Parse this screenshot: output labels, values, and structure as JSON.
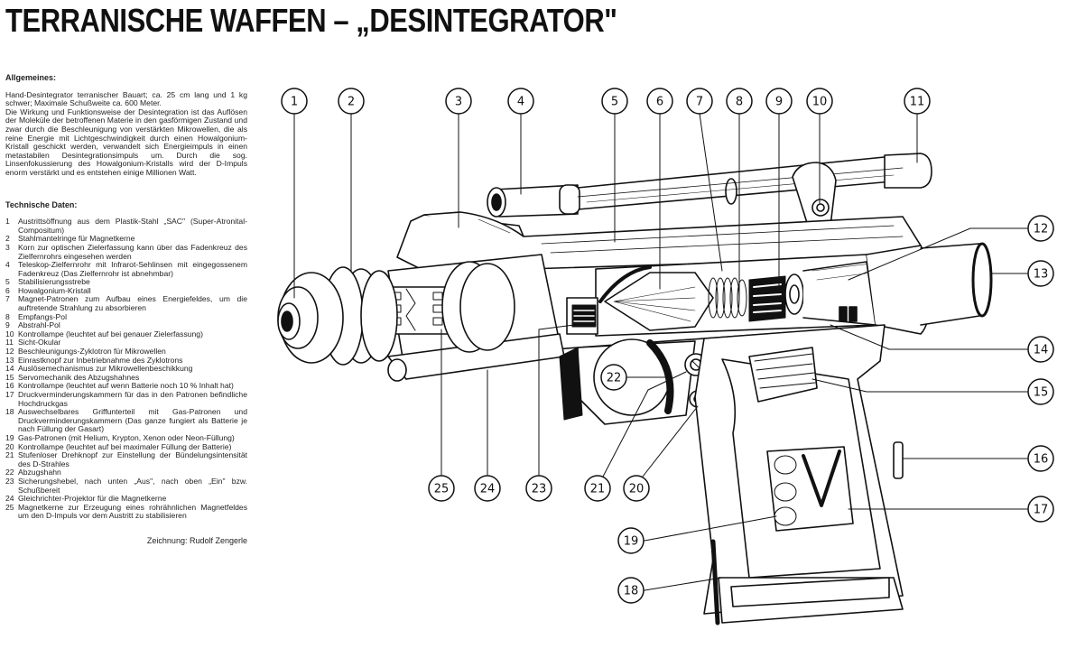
{
  "title": "TERRANISCHE WAFFEN – „DESINTEGRATOR\"",
  "general": {
    "heading": "Allgemeines:",
    "paragraphs": [
      "Hand-Desintegrator terranischer Bauart; ca. 25 cm lang und 1 kg schwer; Maximale Schußweite ca. 600 Meter.",
      "Die Wirkung und Funktionsweise der Desintegration ist das Auflösen der Moleküle der betroffenen Materie in den gasförmigen Zustand und zwar durch die Beschleunigung von verstärkten Mikrowellen, die als reine Energie mit Lichtgeschwindigkeit durch einen Howalgonium-Kristall geschickt werden, verwandelt sich Energieimpuls in einen metastabilen Desintegrationsimpuls um. Durch die sog. Linsenfokussierung des Howalgonium-Kristalls wird der D-Impuls enorm verstärkt und es entstehen einige Millionen Watt."
    ]
  },
  "technical": {
    "heading": "Technische Daten:",
    "items": [
      {
        "num": "1",
        "text": "Austrittsöffnung aus dem Plastik-Stahl „SAC\" (Super-Atronital-Compositum)"
      },
      {
        "num": "2",
        "text": "Stahlmantelringe für Magnetkerne"
      },
      {
        "num": "3",
        "text": "Korn zur optischen Zielerfassung kann über das Fadenkreuz des Zielfernrohrs eingesehen werden"
      },
      {
        "num": "4",
        "text": "Teleskop-Zielfernrohr mit Infrarot-Sehlinsen mit eingegossenem Fadenkreuz (Das Zielfernrohr ist abnehmbar)"
      },
      {
        "num": "5",
        "text": "Stabilisierungsstrebe"
      },
      {
        "num": "6",
        "text": "Howalgonium-Kristall"
      },
      {
        "num": "7",
        "text": "Magnet-Patronen zum Aufbau eines Energiefeldes, um die auftretende Strahlung zu absorbieren"
      },
      {
        "num": "8",
        "text": "Empfangs-Pol"
      },
      {
        "num": "9",
        "text": "Abstrahl-Pol"
      },
      {
        "num": "10",
        "text": "Kontrollampe (leuchtet auf bei genauer Zielerfassung)"
      },
      {
        "num": "11",
        "text": "Sicht-Okular"
      },
      {
        "num": "12",
        "text": "Beschleunigungs-Zyklotron für Mikrowellen"
      },
      {
        "num": "13",
        "text": "Einrastknopf zur Inbetriebnahme des Zyklotrons"
      },
      {
        "num": "14",
        "text": "Auslösemechanismus zur Mikrowellenbeschikkung"
      },
      {
        "num": "15",
        "text": "Servomechanik des Abzugshahnes"
      },
      {
        "num": "16",
        "text": "Kontrollampe (leuchtet auf wenn Batterie noch 10 % Inhalt hat)"
      },
      {
        "num": "17",
        "text": "Druckverminderungskammern für das in den Patronen befindliche Hochdruckgas"
      },
      {
        "num": "18",
        "text": "Auswechselbares Griffunterteil mit Gas-Patronen und Druckverminderungskammern (Das ganze fungiert als Batterie je nach Füllung der Gasart)"
      },
      {
        "num": "19",
        "text": "Gas-Patronen (mit Helium, Krypton, Xenon oder Neon-Füllung)"
      },
      {
        "num": "20",
        "text": "Kontrollampe (leuchtet auf bei maximaler Füllung der Batterie)"
      },
      {
        "num": "21",
        "text": "Stufenloser Drehknopf zur Einstellung der Bündelungsintensität des D-Strahles"
      },
      {
        "num": "22",
        "text": "Abzugshahn"
      },
      {
        "num": "23",
        "text": "Sicherungshebel, nach unten „Aus\", nach oben „Ein\" bzw. Schußbereit"
      },
      {
        "num": "24",
        "text": "Gleichrichter-Projektor für die Magnetkerne"
      },
      {
        "num": "25",
        "text": "Magnetkerne zur Erzeugung eines rohrähnlichen Magnetfeldes um den D-Impuls vor dem Austritt zu stabilisieren"
      }
    ]
  },
  "credit": "Zeichnung: Rudolf Zengerle",
  "callouts": [
    "1",
    "2",
    "3",
    "4",
    "5",
    "6",
    "7",
    "8",
    "9",
    "10",
    "11",
    "12",
    "13",
    "14",
    "15",
    "16",
    "17",
    "18",
    "19",
    "20",
    "21",
    "22",
    "23",
    "24",
    "25"
  ]
}
